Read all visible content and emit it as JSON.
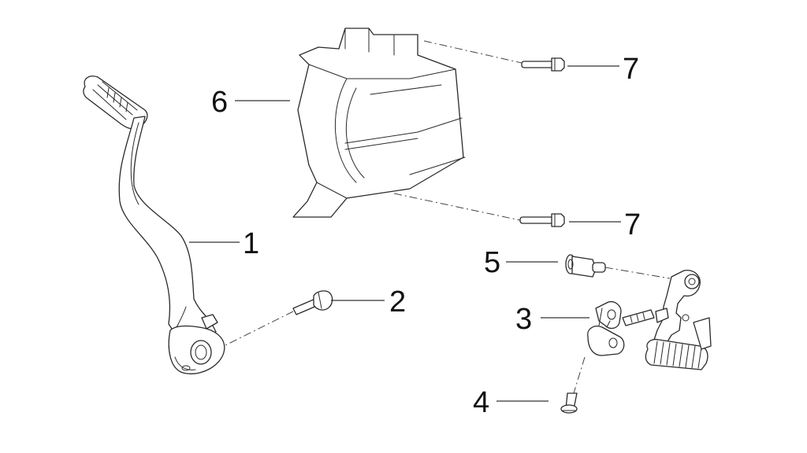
{
  "diagram": {
    "callouts": [
      {
        "id": "c1",
        "label": "1"
      },
      {
        "id": "c2",
        "label": "2"
      },
      {
        "id": "c3",
        "label": "3"
      },
      {
        "id": "c4",
        "label": "4"
      },
      {
        "id": "c5",
        "label": "5"
      },
      {
        "id": "c6",
        "label": "6"
      },
      {
        "id": "c7a",
        "label": "7"
      },
      {
        "id": "c7b",
        "label": "7"
      }
    ]
  }
}
